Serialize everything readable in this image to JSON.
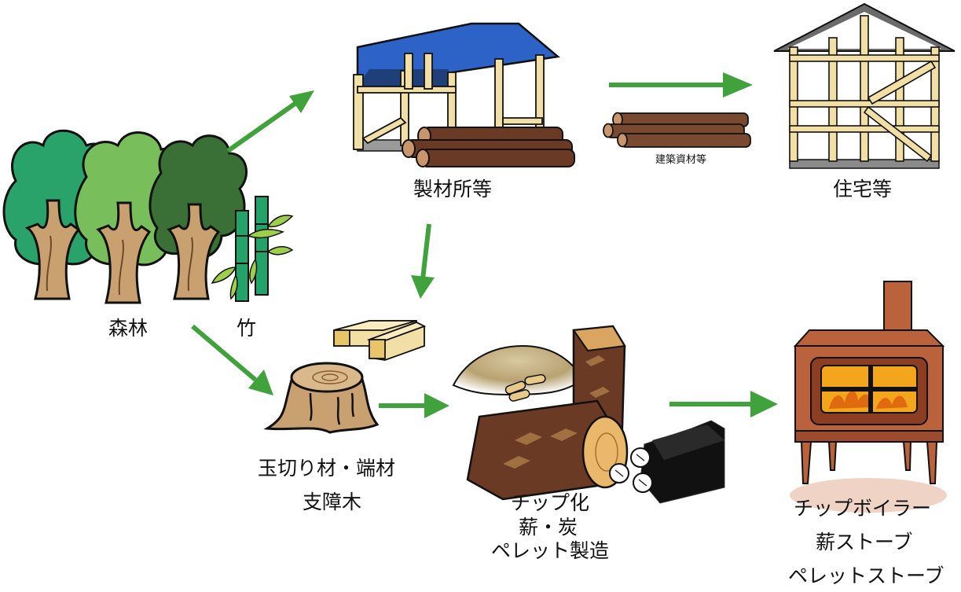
{
  "labels": {
    "forest": "森林",
    "bamboo": "竹",
    "sawmill": "製材所等",
    "building_materials": "建築資材等",
    "housing": "住宅等",
    "offcuts_line1": "玉切り材・端材",
    "offcuts_line2": "支障木",
    "processing_line1": "チップ化",
    "processing_line2": "薪・炭",
    "processing_line3": "ペレット製造",
    "uses_line1": "チップボイラー",
    "uses_line2": "薪ストーブ",
    "uses_line3": "ペレットストーブ"
  },
  "colors": {
    "arrow": "#3fa23a",
    "roof_blue": "#2d63c6",
    "roof_gray": "#6b6b6b",
    "timber": "#f2dfa5",
    "log_brown": "#6b3a24",
    "tree_dark": "#3a6f35",
    "tree_mid": "#78be5a",
    "tree_light": "#2aa36a",
    "trunk": "#c9a070",
    "stove": "#b9623c",
    "fire": "#f3a51c"
  }
}
